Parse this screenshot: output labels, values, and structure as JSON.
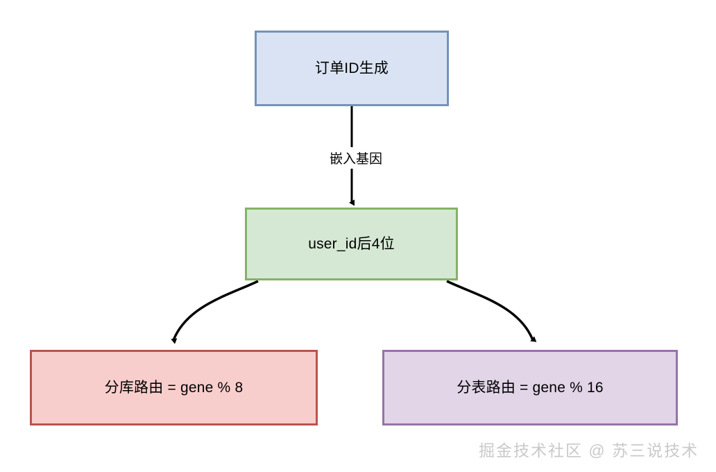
{
  "diagram": {
    "type": "flowchart",
    "nodes": [
      {
        "id": "order-id",
        "label": "订单ID生成",
        "fill": "#dae3f3",
        "stroke": "#7393b9"
      },
      {
        "id": "user-gene",
        "label": "user_id后4位",
        "fill": "#d5e8d4",
        "stroke": "#82b366"
      },
      {
        "id": "db-route",
        "label": "分库路由 = gene % 8",
        "fill": "#f8cecc",
        "stroke": "#b85450"
      },
      {
        "id": "table-route",
        "label": "分表路由 = gene % 16",
        "fill": "#e1d5e7",
        "stroke": "#9673a6"
      }
    ],
    "edges": [
      {
        "id": "edge-embed",
        "from": "order-id",
        "to": "user-gene",
        "label": "嵌入基因",
        "style": "straight-arrow"
      },
      {
        "id": "edge-to-db",
        "from": "user-gene",
        "to": "db-route",
        "label": "",
        "style": "curved-arrow"
      },
      {
        "id": "edge-to-table",
        "from": "user-gene",
        "to": "table-route",
        "label": "",
        "style": "curved-arrow"
      }
    ],
    "edge_color": "#000000"
  },
  "watermark": {
    "text": "掘金技术社区 @ 苏三说技术",
    "color": "#c9c9c9"
  }
}
